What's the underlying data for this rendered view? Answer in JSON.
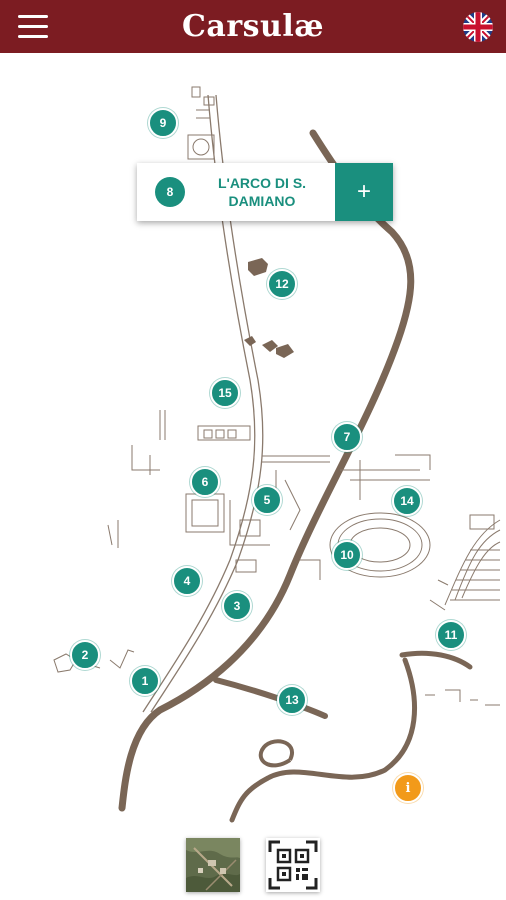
{
  "header": {
    "title": "Carsulæ",
    "menu_icon": "hamburger-menu-icon",
    "language_icon": "uk-flag-icon"
  },
  "colors": {
    "header_bg": "#7c1c22",
    "marker": "#1a8f7e",
    "info_marker": "#f29a1a",
    "road": "#7a6656",
    "ruins": "#8a7a6d"
  },
  "popup": {
    "number": "8",
    "title": "L'ARCO DI S. DAMIANO",
    "add_label": "+"
  },
  "markers": [
    {
      "label": "9"
    },
    {
      "label": "12"
    },
    {
      "label": "15"
    },
    {
      "label": "7"
    },
    {
      "label": "6"
    },
    {
      "label": "5"
    },
    {
      "label": "14"
    },
    {
      "label": "10"
    },
    {
      "label": "4"
    },
    {
      "label": "3"
    },
    {
      "label": "11"
    },
    {
      "label": "2"
    },
    {
      "label": "1"
    },
    {
      "label": "13"
    }
  ],
  "info_marker": {
    "label": "i"
  },
  "bottom": {
    "satellite_icon": "satellite-view-icon",
    "qr_icon": "qr-code-scanner-icon"
  }
}
